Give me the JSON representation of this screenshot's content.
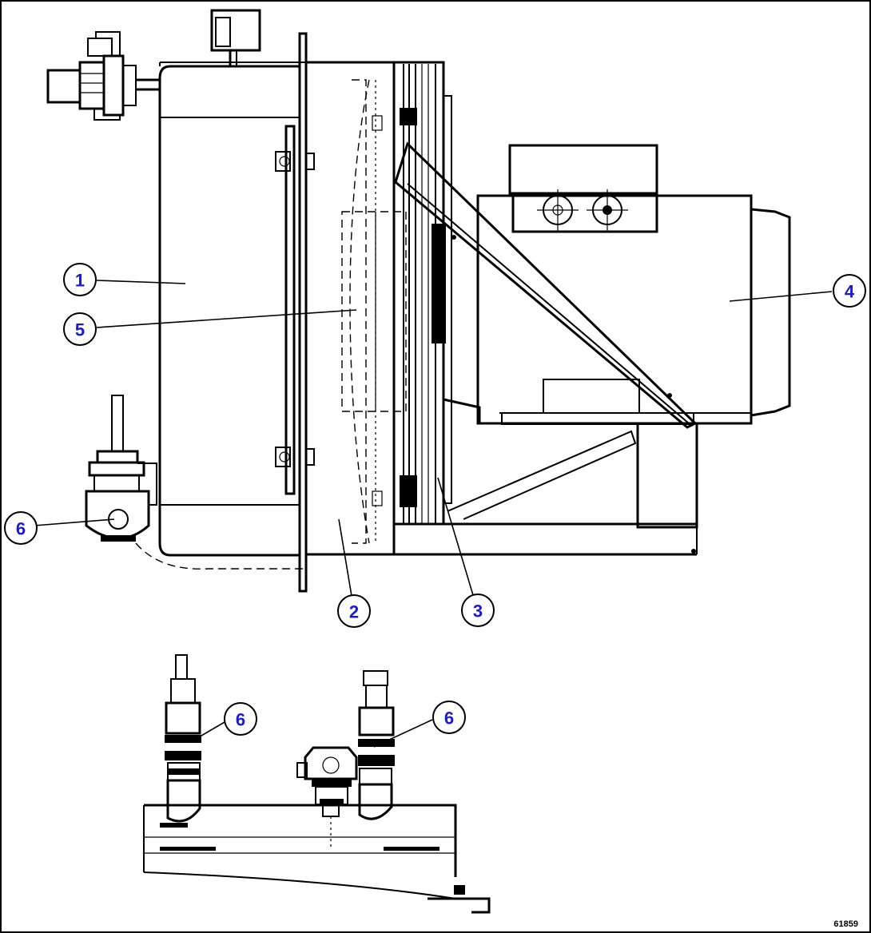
{
  "callouts": [
    {
      "id": "callout-1",
      "label": "1"
    },
    {
      "id": "callout-2",
      "label": "2"
    },
    {
      "id": "callout-3",
      "label": "3"
    },
    {
      "id": "callout-4",
      "label": "4"
    },
    {
      "id": "callout-5",
      "label": "5"
    },
    {
      "id": "callout-6a",
      "label": "6"
    },
    {
      "id": "callout-6b",
      "label": "6"
    },
    {
      "id": "callout-6c",
      "label": "6"
    }
  ],
  "figure_number": "61859",
  "colors": {
    "callout_text": "#1a1ad6",
    "line": "#000000",
    "background": "#ffffff"
  }
}
